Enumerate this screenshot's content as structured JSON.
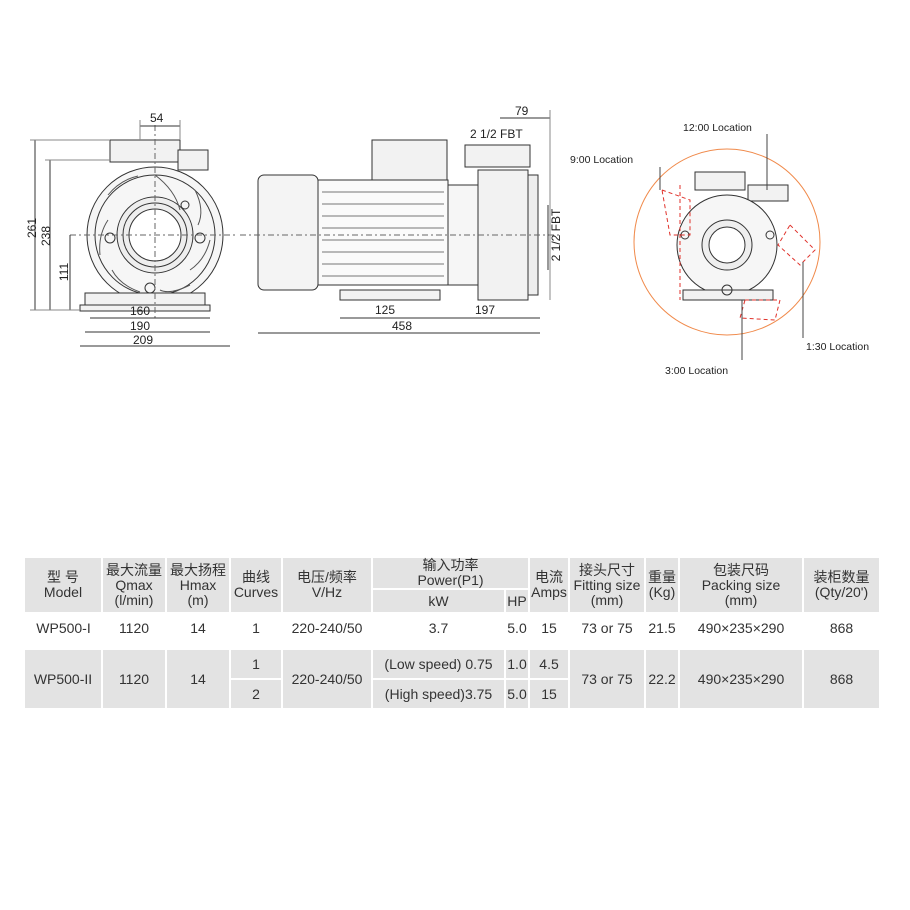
{
  "drawing": {
    "front_view": {
      "dims": [
        "54",
        "261",
        "238",
        "111",
        "160",
        "190",
        "209"
      ]
    },
    "side_view": {
      "dims": [
        "79",
        "125",
        "458",
        "197"
      ],
      "fitting_label_top": "2 1/2 FBT",
      "fitting_label_side": "2 1/2 FBT"
    },
    "location_view": {
      "locations": [
        "12:00 Location",
        "9:00 Location",
        "1:30 Location",
        "3:00 Location"
      ],
      "accent_color": "#f08a4b",
      "leader_color": "#e0322b"
    }
  },
  "table": {
    "headers": [
      {
        "cn": "型 号",
        "en": "Model"
      },
      {
        "cn": "最大流量",
        "en1": "Qmax",
        "en2": "(l/min)"
      },
      {
        "cn": "最大扬程",
        "en1": "Hmax",
        "en2": "(m)"
      },
      {
        "cn": "曲线",
        "en": "Curves"
      },
      {
        "cn": "电压/频率",
        "en": "V/Hz"
      },
      {
        "cn": "输入功率",
        "en": "Power(P1)",
        "sub_kw": "kW",
        "sub_hp": "HP"
      },
      {
        "cn": "电流",
        "en": "Amps"
      },
      {
        "cn": "接头尺寸",
        "en1": "Fitting size",
        "en2": "(mm)"
      },
      {
        "cn": "重量",
        "en": "(Kg)"
      },
      {
        "cn": "包装尺码",
        "en1": "Packing size",
        "en2": "(mm)"
      },
      {
        "cn": "装柜数量",
        "en": "(Qty/20')"
      }
    ],
    "row1": {
      "model": "WP500-I",
      "qmax": "1120",
      "hmax": "14",
      "curve": "1",
      "voltage": "220-240/50",
      "kw": "3.7",
      "hp": "5.0",
      "amps": "15",
      "fitting": "73 or 75",
      "weight": "21.5",
      "packing": "490×235×290",
      "qty": "868"
    },
    "row2": {
      "model": "WP500-II",
      "qmax": "1120",
      "hmax": "14",
      "curve_a": "1",
      "curve_b": "2",
      "voltage": "220-240/50",
      "kw_a": "(Low speed) 0.75",
      "kw_b": "(High speed)3.75",
      "hp_a": "1.0",
      "hp_b": "5.0",
      "amps_a": "4.5",
      "amps_b": "15",
      "fitting": "73 or 75",
      "weight": "22.2",
      "packing": "490×235×290",
      "qty": "868"
    }
  }
}
